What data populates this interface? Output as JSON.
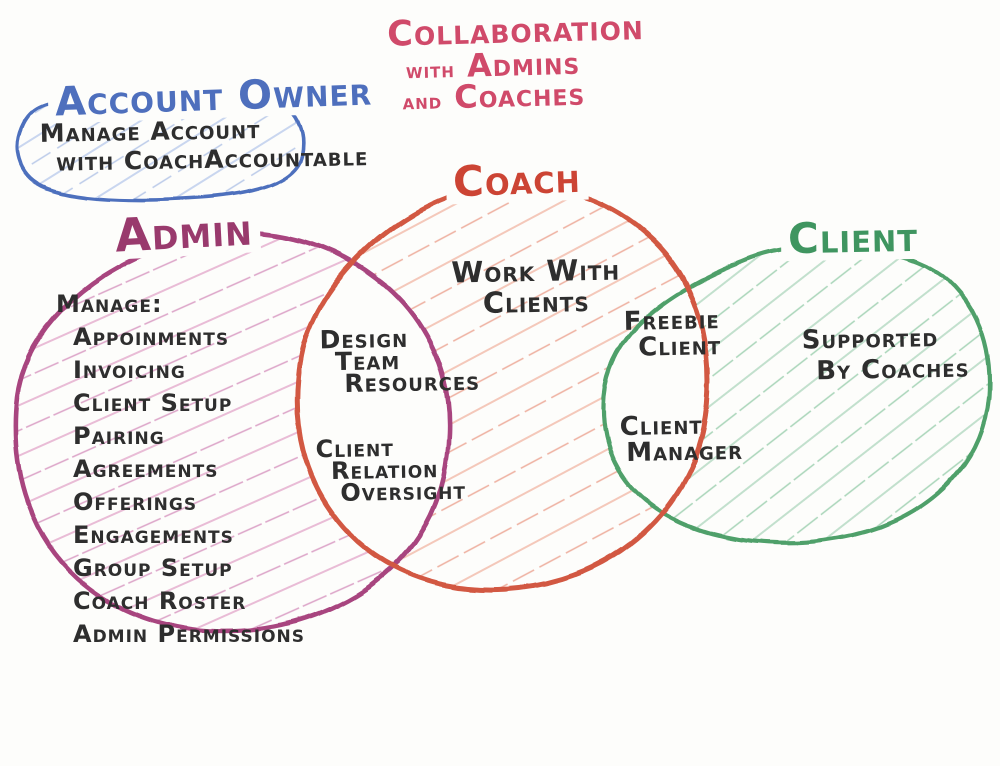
{
  "title": {
    "line1": "Collaboration",
    "line2_small": "with",
    "line2_big": "Admins",
    "line3_small": "and",
    "line3_big": "Coaches",
    "color": "#d04a6a"
  },
  "account_owner": {
    "label": "Account Owner",
    "line1": "Manage Account",
    "line2": "with CoachAccountable",
    "color": "#4e6fbd"
  },
  "admin": {
    "label": "Admin",
    "color": "#a8457f",
    "items": [
      "Manage:",
      "Appoinments",
      "Invoicing",
      "Client Setup",
      "Pairing",
      "Agreements",
      "Offerings",
      "Engagements",
      "Group Setup",
      "Coach Roster",
      "Admin Permissions"
    ]
  },
  "coach": {
    "label": "Coach",
    "color": "#d25843",
    "line1": "Work With",
    "line2": "Clients"
  },
  "client": {
    "label": "Client",
    "color": "#4fa06a",
    "line1": "Supported",
    "line2": "By Coaches"
  },
  "admin_coach_overlap": {
    "top": [
      "Design",
      "Team",
      "Resources"
    ],
    "bottom": [
      "Client",
      "Relation",
      "Oversight"
    ]
  },
  "coach_client_overlap": {
    "top": [
      "Freebie",
      "Client"
    ],
    "bottom": [
      "Client",
      "Manager"
    ]
  }
}
